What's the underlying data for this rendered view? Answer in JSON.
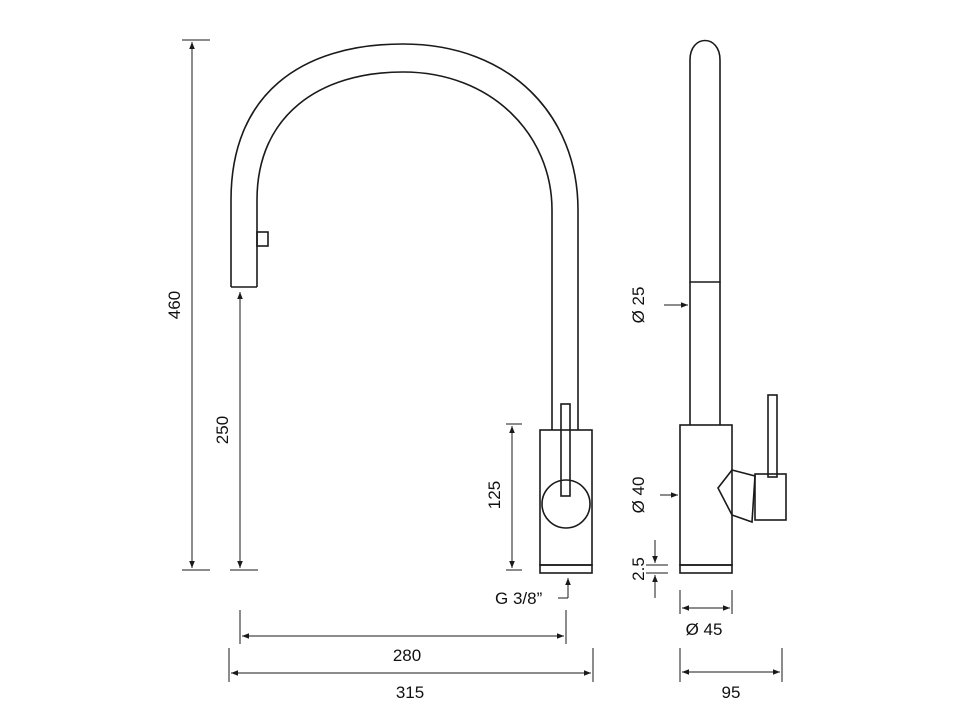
{
  "dimensions": {
    "total_height": "460",
    "spout_height": "250",
    "body_height": "125",
    "connection": "G 3/8”",
    "spout_reach": "280",
    "total_depth": "315",
    "spout_diameter": "Ø 25",
    "body_diameter_side": "Ø 40",
    "base_thickness": "2.5",
    "base_diameter": "Ø 45",
    "side_width": "95"
  },
  "colors": {
    "line": "#1a1a1a",
    "background": "#ffffff"
  }
}
